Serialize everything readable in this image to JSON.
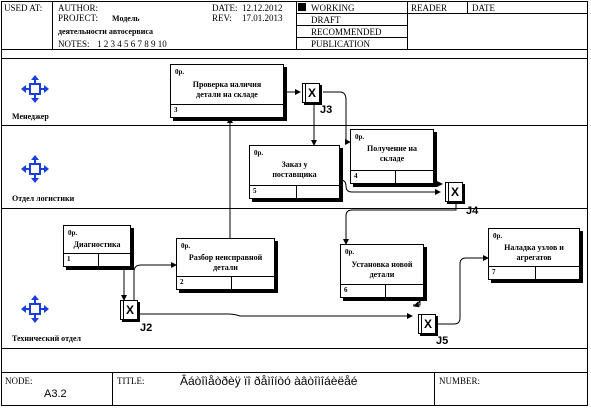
{
  "header": {
    "used_at": "USED AT:",
    "author_label": "AUTHOR:",
    "project_label": "PROJECT:",
    "project_value_line1": "Модель",
    "project_value_line2": "деятельности автосервиса",
    "notes_label": "NOTES:",
    "notes_value": "1  2  3  4  5  6  7  8  9  10",
    "date_label": "DATE:",
    "date_value": "12.12.2012",
    "rev_label": "REV:",
    "rev_value": "17.01.2013",
    "status_items": [
      "WORKING",
      "DRAFT",
      "RECOMMENDED",
      "PUBLICATION"
    ],
    "reader_label": "READER",
    "reader_date_label": "DATE"
  },
  "lanes": [
    {
      "name": "Менеджер"
    },
    {
      "name": "Отдел логистики"
    },
    {
      "name": "Технический отдел"
    }
  ],
  "boxes": [
    {
      "op": "0р.",
      "label": "Проверка наличия детали на складе",
      "number": "3"
    },
    {
      "op": "0р.",
      "label": "Заказ у поставщика",
      "number": "5"
    },
    {
      "op": "0р.",
      "label": "Получение на складе",
      "number": "4"
    },
    {
      "op": "0р.",
      "label": "Диагностика",
      "number": "1"
    },
    {
      "op": "0р.",
      "label": "Разбор неисправной детали",
      "number": "2"
    },
    {
      "op": "0р.",
      "label": "Установка новой детали",
      "number": "6"
    },
    {
      "op": "0р.",
      "label": "Наладка узлов и агрегатов",
      "number": "7"
    }
  ],
  "junctions": [
    {
      "symbol": "X",
      "label": "J3"
    },
    {
      "symbol": "X",
      "label": "J4"
    },
    {
      "symbol": "X",
      "label": "J2"
    },
    {
      "symbol": "X",
      "label": "J5"
    }
  ],
  "footer": {
    "node_label": "NODE:",
    "node_value": "A3.2",
    "title_label": "TITLE:",
    "title_value": "Âáòîìåòðèÿ  ïî ðåìîíòó àâòîìîáèëåé",
    "number_label": "NUMBER:"
  }
}
